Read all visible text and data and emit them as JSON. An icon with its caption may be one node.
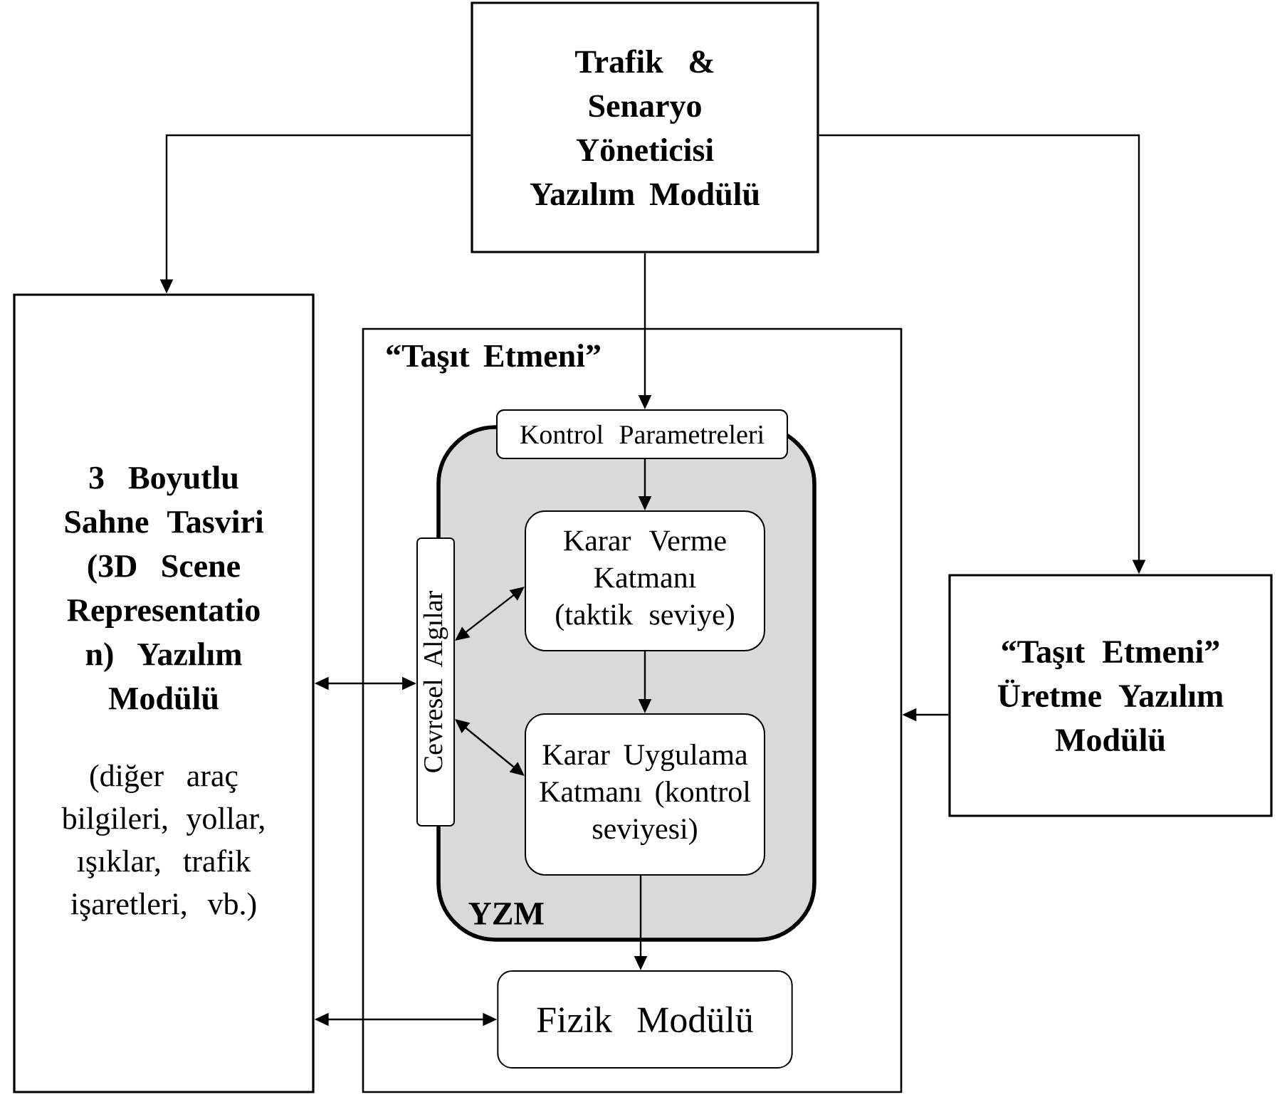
{
  "diagram": {
    "nodes": [
      {
        "text": [
          "Trafik & Senaryo Yöneticisi Yazılım Modülü"
        ]
      },
      {
        "text": [
          "3 Boyutlu Sahne Tasviri (3D Scene Representatio n) Yazılım Modülü",
          "(diğer araç bilgileri, yollar, ışıklar, trafik işaretleri, vb.)"
        ]
      },
      {
        "text": [
          "“Taşıt Etmeni”"
        ]
      },
      {
        "text": [
          "Kontrol Parametreleri"
        ],
        "in": 2
      },
      {
        "text": [
          "YZM"
        ],
        "in": 2
      },
      {
        "text": [
          "Cevresel Algılar"
        ],
        "in": 2
      },
      {
        "text": [
          "Karar Verme Katmanı (taktik seviye)"
        ],
        "in": 4
      },
      {
        "text": [
          "Karar Uygulama Katmanı (kontrol seviyesi)"
        ],
        "in": 4
      },
      {
        "text": [
          "Fizik Modülü"
        ],
        "in": 2
      },
      {
        "text": [
          "“Taşıt Etmeni” Üretme Yazılım Modülü"
        ]
      }
    ],
    "edges": [
      {
        "from": 0,
        "to": 1,
        "arrow": "to"
      },
      {
        "from": 0,
        "to": 9,
        "arrow": "to"
      },
      {
        "from": 0,
        "to": 3,
        "arrow": "to"
      },
      {
        "from": 3,
        "to": 6,
        "arrow": "to"
      },
      {
        "from": 1,
        "to": 5,
        "arrow": "both"
      },
      {
        "from": 5,
        "to": 6,
        "arrow": "both"
      },
      {
        "from": 5,
        "to": 7,
        "arrow": "both"
      },
      {
        "from": 6,
        "to": 7,
        "arrow": "to"
      },
      {
        "from": 7,
        "to": 8,
        "arrow": "to"
      },
      {
        "from": 1,
        "to": 8,
        "arrow": "both"
      },
      {
        "from": 9,
        "to": 2,
        "arrow": "to"
      }
    ]
  }
}
